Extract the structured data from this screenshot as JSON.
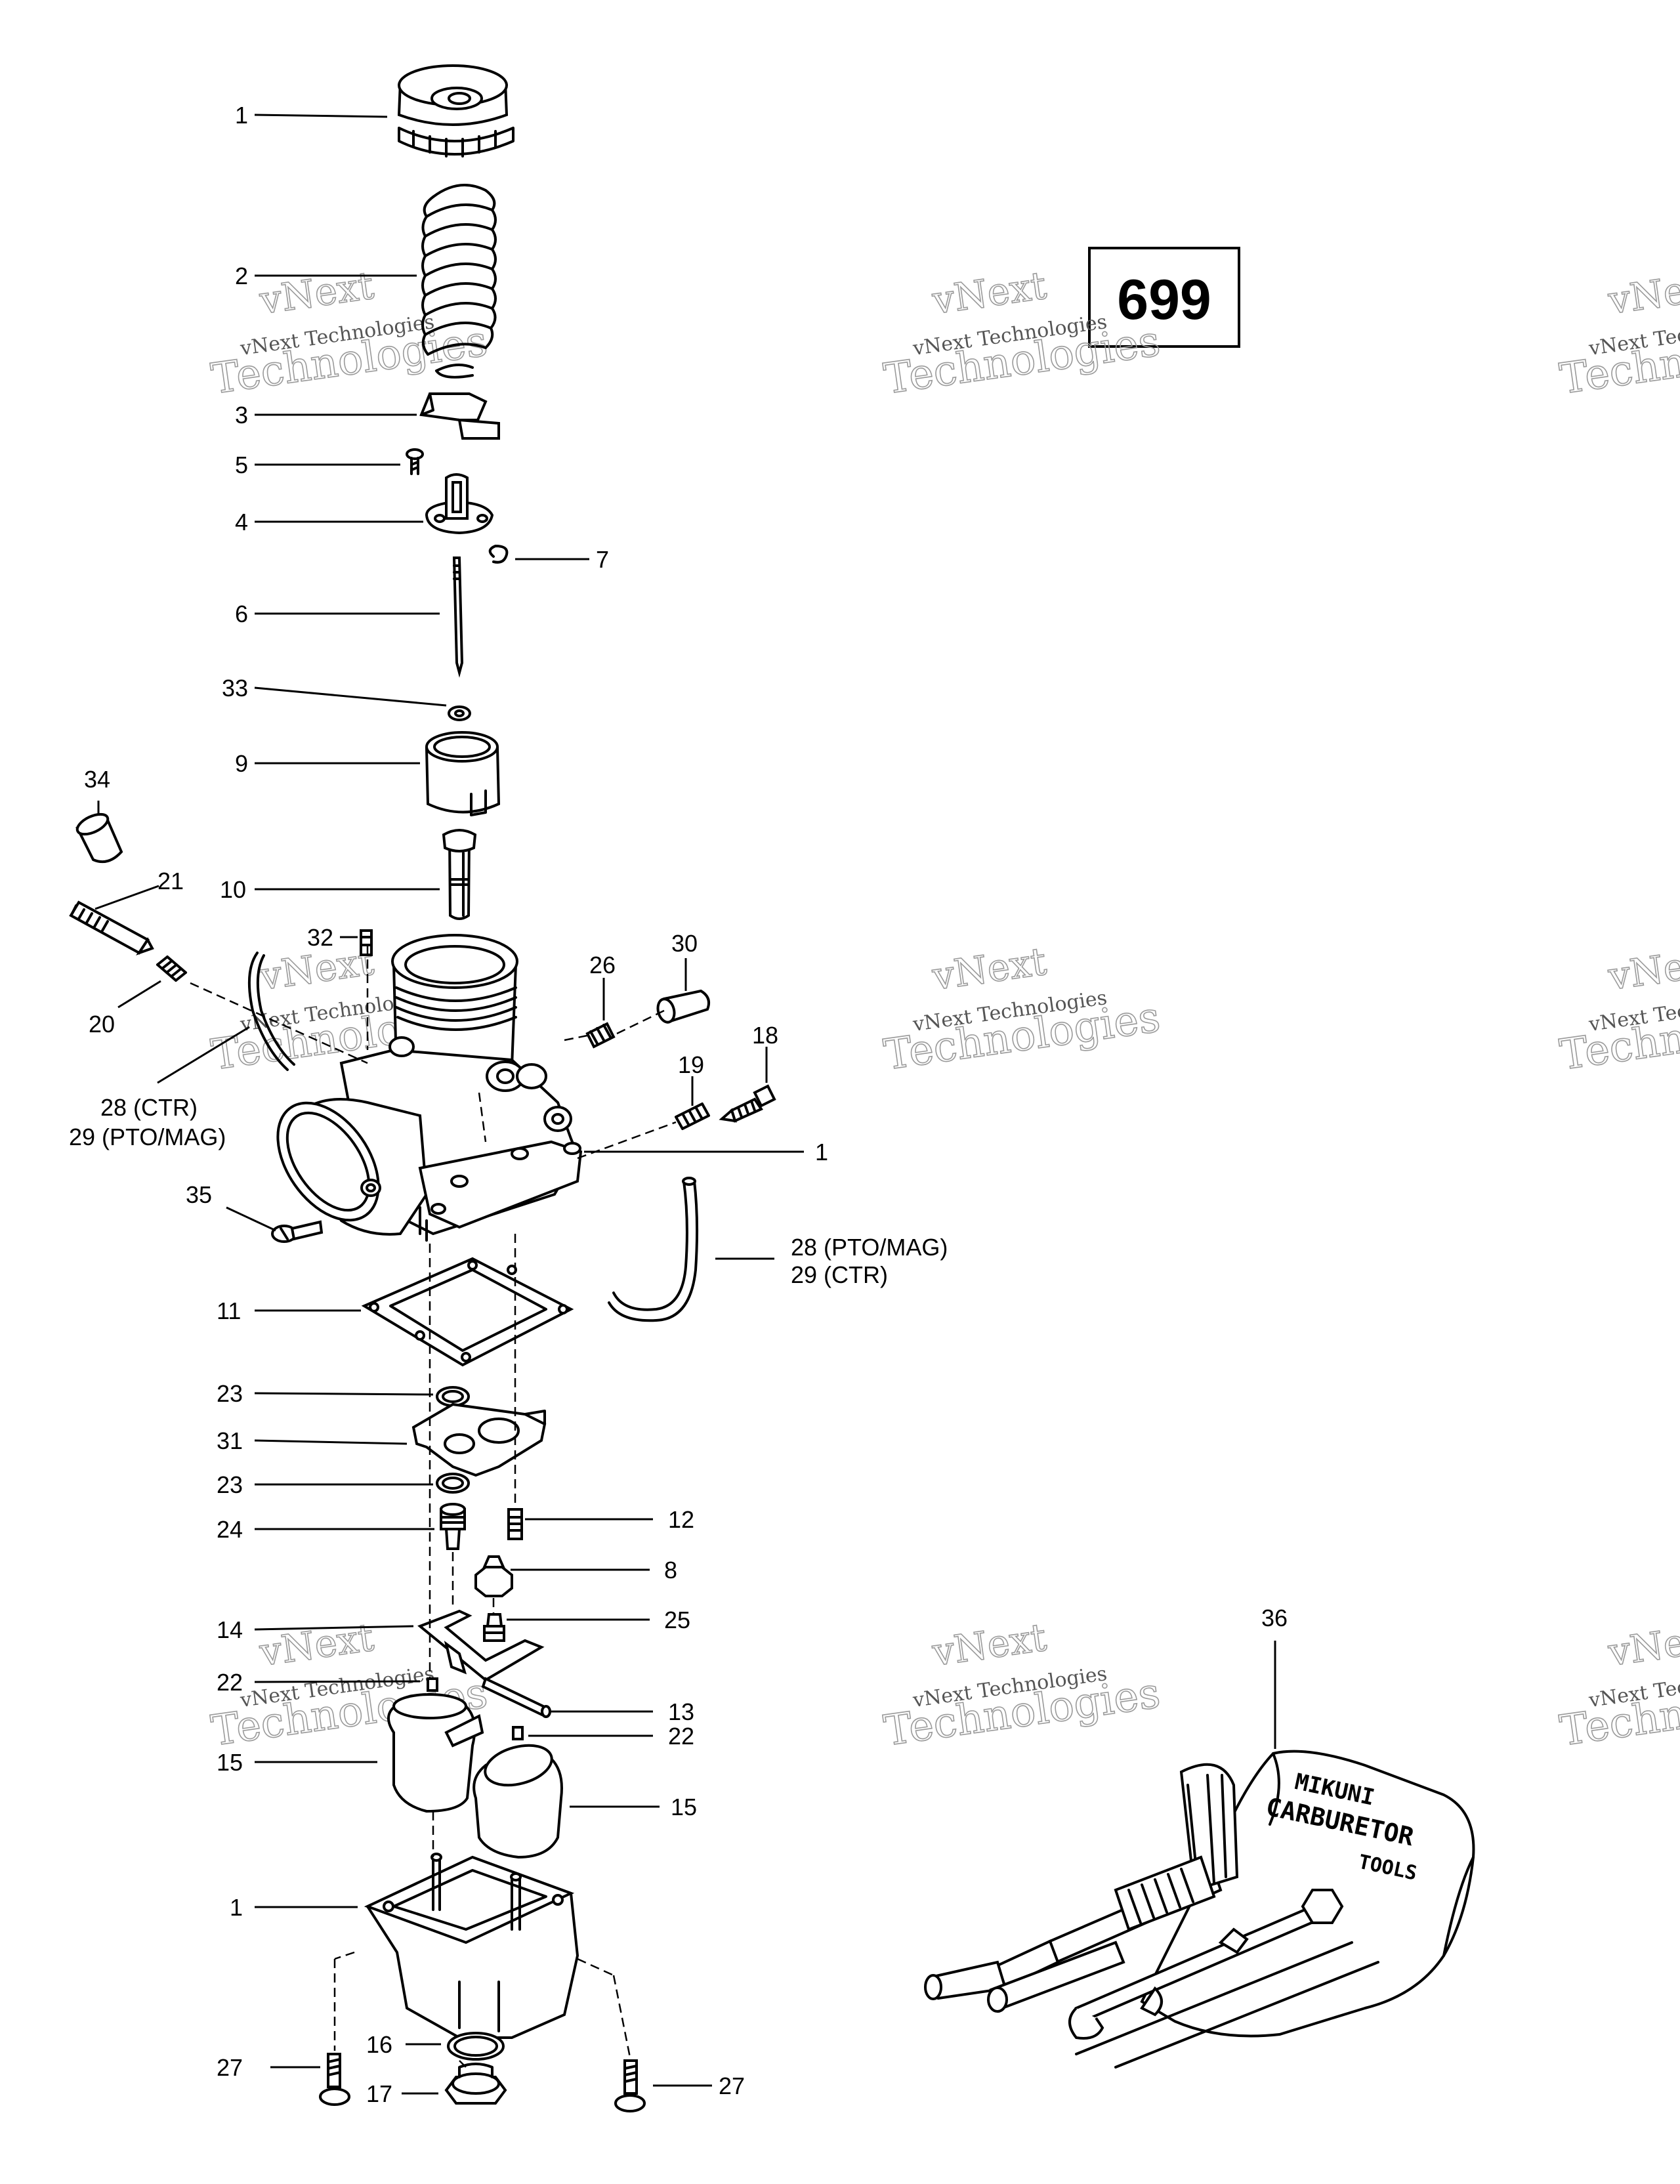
{
  "page_number": "699",
  "watermark": {
    "line1": "vNext",
    "line2": "vNext Technologies",
    "line3": "Technologies"
  },
  "callouts": [
    "1",
    "2",
    "3",
    "5",
    "4",
    "7",
    "6",
    "33",
    "9",
    "34",
    "21",
    "10",
    "32",
    "26",
    "30",
    "20",
    "18",
    "19",
    "28 (CTR)",
    "29 (PTO/MAG)",
    "1",
    "35",
    "28 (PTO/MAG)",
    "29 (CTR)",
    "11",
    "23",
    "31",
    "23",
    "12",
    "24",
    "8",
    "14",
    "25",
    "22",
    "13",
    "22",
    "15",
    "15",
    "1",
    "36",
    "16",
    "27",
    "27",
    "17"
  ],
  "tool_kit_text": [
    "MIKUNI",
    "CARBURETOR",
    "TOOLS"
  ]
}
